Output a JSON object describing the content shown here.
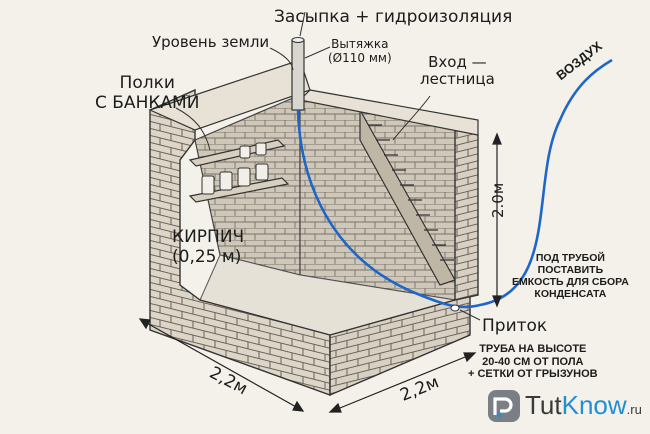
{
  "labels": {
    "fill_waterproofing": "Засыпка + гидроизоляция",
    "ground_level": "Уровень земли",
    "exhaust_line1": "Вытяжка",
    "exhaust_line2": "(Ø110 мм)",
    "entrance_line1": "Вход —",
    "entrance_line2": "лестница",
    "shelves_line1": "Полки",
    "shelves_line2": "с банками",
    "brick_line1": "кирпич",
    "brick_line2": "(0,25 м)",
    "height_dim": "2.0м",
    "width_left_dim": "2,2м",
    "width_right_dim": "2,2м",
    "air": "воздух",
    "inflow": "Приток",
    "condensate_line1": "под трубой",
    "condensate_line2": "поставить",
    "condensate_line3": "емкость для сбора",
    "condensate_line4": "конденсата",
    "pipe_note_line1": "труба на высоте",
    "pipe_note_line2": "20-40 см от пола",
    "pipe_note_line3": "+ сетки от грызунов"
  },
  "logo": {
    "tut": "Tut",
    "know": "Know",
    "ru": ".ru"
  },
  "colors": {
    "brick_face": "#d9d3c6",
    "brick_top": "#e8e2d6",
    "pipe_blue": "#1f66c9",
    "logo_blue": "#1f8fd6"
  }
}
